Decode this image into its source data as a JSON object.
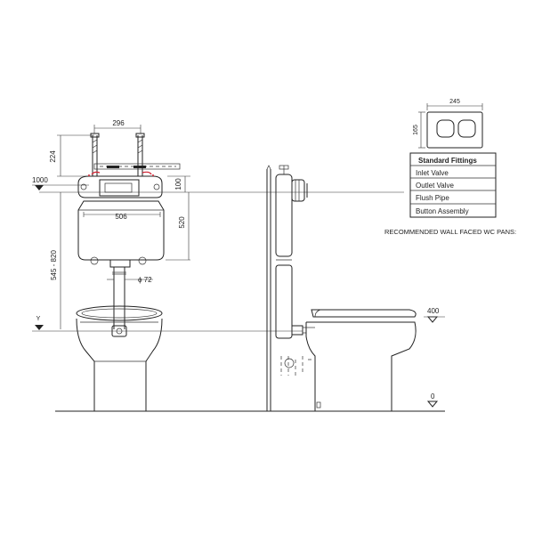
{
  "dimensions": {
    "stud_spacing": "296",
    "stud_height": "224",
    "top_level": "1000",
    "top_offset": "100",
    "cistern_width": "506",
    "cistern_height": "520",
    "height_range": "545 - 820",
    "pipe_diameter": "ϕ 72",
    "outlet_marker": "Y",
    "seat_height": "400",
    "floor_level": "0"
  },
  "button_plate": {
    "width_label": "245",
    "height_label": "165"
  },
  "fittings_table": {
    "header": "Standard Fittings",
    "rows": [
      "Inlet Valve",
      "Outlet Valve",
      "Flush Pipe",
      "Button Assembly"
    ]
  },
  "note": "RECOMMENDED WALL FACED WC PANS:",
  "colors": {
    "line": "#222222",
    "accent": "#d02030"
  }
}
